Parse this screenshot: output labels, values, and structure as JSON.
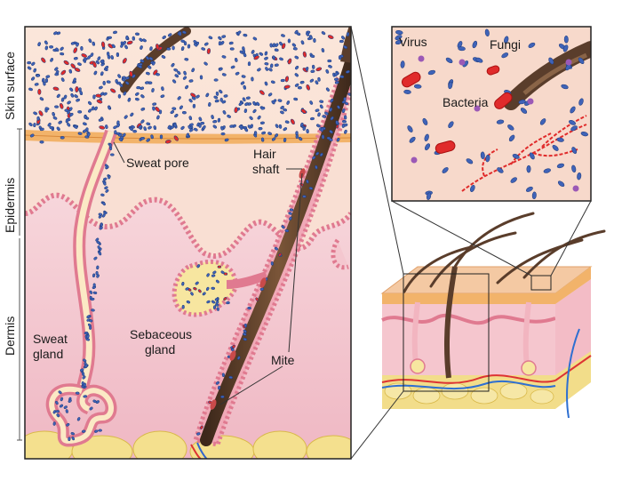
{
  "labels": {
    "skin_surface": "Skin surface",
    "epidermis": "Epidermis",
    "dermis": "Dermis",
    "sweat_pore": "Sweat pore",
    "hair_shaft_1": "Hair",
    "hair_shaft_2": "shaft",
    "sebaceous_1": "Sebaceous",
    "sebaceous_2": "gland",
    "sweat_gland_1": "Sweat",
    "sweat_gland_2": "gland",
    "mite": "Mite",
    "virus": "Virus",
    "fungi": "Fungi",
    "bacteria": "Bacteria"
  },
  "colors": {
    "bacteria_blue": "#3f63b8",
    "fungi_red": "#e02b2b",
    "virus_purple": "#9b59b6",
    "dermis_pink": "#f3c7cf",
    "epidermis_peach": "#f6d3b6",
    "stratum_orange": "#f2b36a",
    "fat_yellow": "#f2dd8a",
    "hair_brown": "#5a3d2b"
  }
}
